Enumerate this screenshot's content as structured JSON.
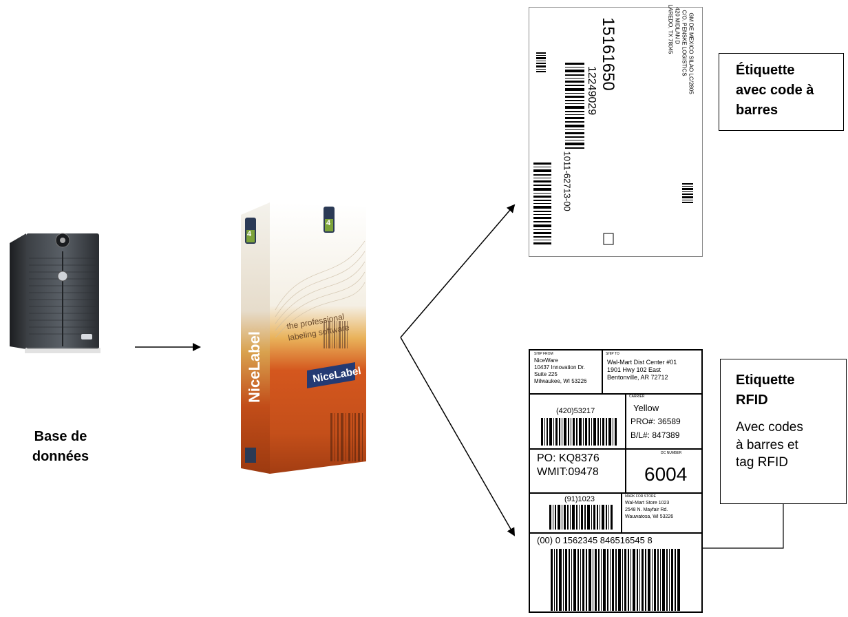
{
  "database": {
    "caption_line1": "Base de",
    "caption_line2": "données"
  },
  "software": {
    "name": "NiceLabel",
    "tagline_line1": "the professional",
    "tagline_line2": "labeling software",
    "version": "4"
  },
  "barcode_box": {
    "line1": "Étiquette",
    "line2": "avec code à",
    "line3": "barres"
  },
  "rfid_box": {
    "title_line1": "Etiquette",
    "title_line2": "RFID",
    "desc_line1": "Avec codes",
    "desc_line2": "à barres et",
    "desc_line3": "tag RFID"
  },
  "shipping_label_top": {
    "ship_to_line1": "GM DE MEXICO SILAO LC/2805",
    "ship_to_line2": "C/O. PENSKE LOGISTICS",
    "ship_to_line3": "420 MIDLAN D",
    "ship_to_line4": "LAREDO, TX 78045",
    "big_number": "15161650",
    "tracking": "12249029",
    "part_no": "1011-62713-00"
  },
  "rfid_label": {
    "ship_from_header": "SHIP FROM",
    "ship_from_line1": "NiceWare",
    "ship_from_line2": "10437 Innovation Dr.",
    "ship_from_line3": "Suite 225",
    "ship_from_line4": "Milwaukee, WI 53226",
    "ship_to_header": "SHIP TO",
    "ship_to_line1": "Wal-Mart Dist Center #01",
    "ship_to_line2": "1901 Hwy 102 East",
    "ship_to_line3": "Bentonville, AR 72712",
    "postal_code": "(420)53217",
    "carrier_header": "CARRIER",
    "carrier": "Yellow",
    "pro": "PRO#: 36589",
    "bl": "B/L#: 847389",
    "po": "PO: KQ8376",
    "wmit": "WMIT:09478",
    "dc_header": "DC NUMBER",
    "dc_number": "6004",
    "store_code": "(91)1023",
    "store_header": "MARK FOR STORE",
    "store_line1": "Wal-Mart Store 1023",
    "store_line2": "2548 N. Mayfair Rd.",
    "store_line3": "Wauwatosa, WI 53226",
    "sscc": "(00) 0 1562345 846516545 8"
  }
}
